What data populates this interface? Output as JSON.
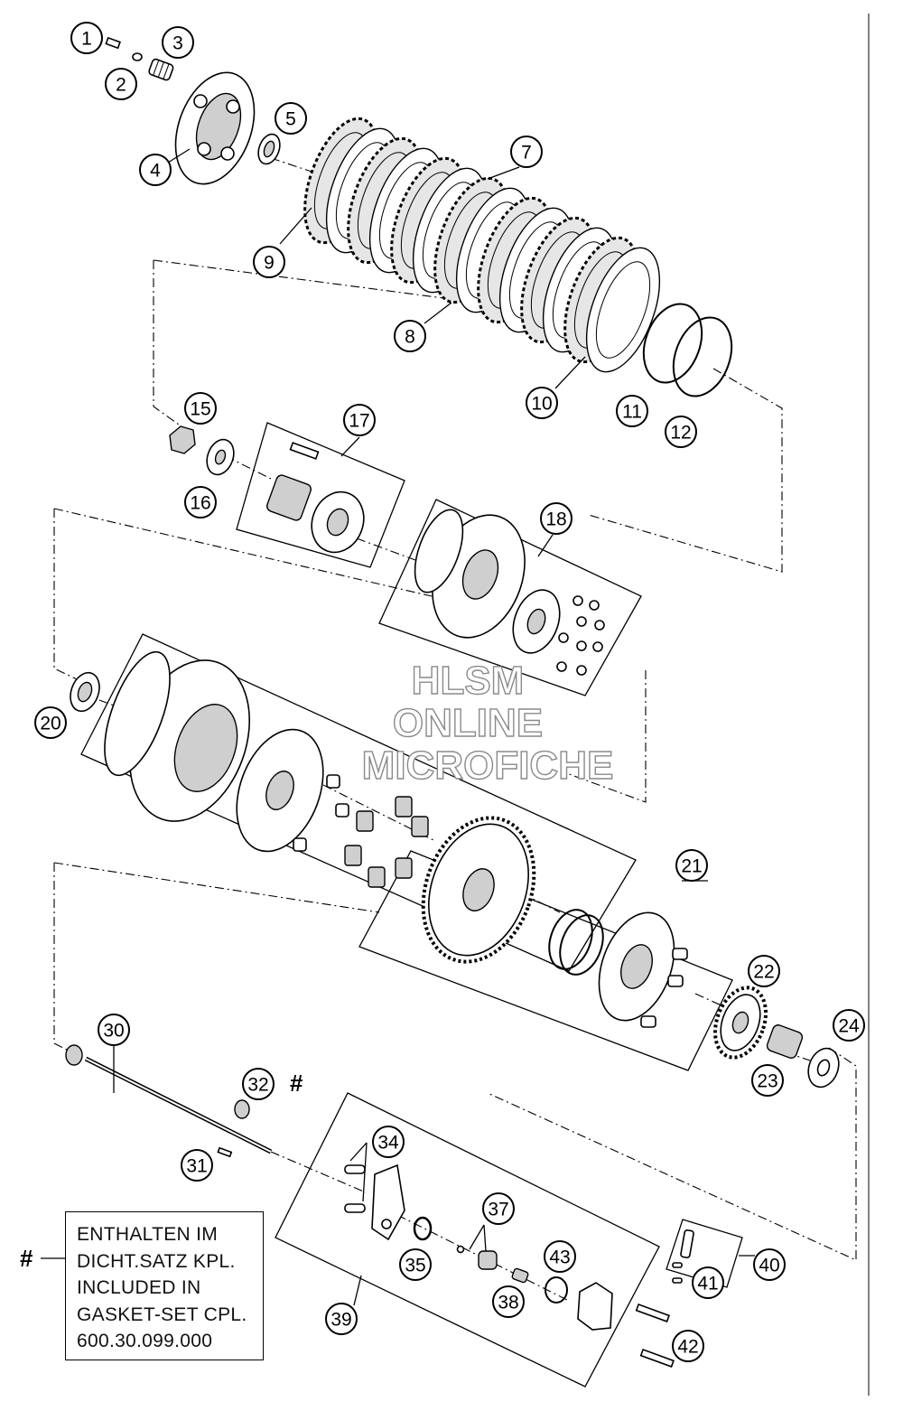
{
  "callouts": [
    {
      "n": "1"
    },
    {
      "n": "2"
    },
    {
      "n": "3"
    },
    {
      "n": "4"
    },
    {
      "n": "5"
    },
    {
      "n": "7"
    },
    {
      "n": "8"
    },
    {
      "n": "9"
    },
    {
      "n": "10"
    },
    {
      "n": "11"
    },
    {
      "n": "12"
    },
    {
      "n": "15"
    },
    {
      "n": "16"
    },
    {
      "n": "17"
    },
    {
      "n": "18"
    },
    {
      "n": "20"
    },
    {
      "n": "21"
    },
    {
      "n": "22"
    },
    {
      "n": "23"
    },
    {
      "n": "24"
    },
    {
      "n": "30"
    },
    {
      "n": "31"
    },
    {
      "n": "32"
    },
    {
      "n": "34"
    },
    {
      "n": "35"
    },
    {
      "n": "37"
    },
    {
      "n": "38"
    },
    {
      "n": "39"
    },
    {
      "n": "40"
    },
    {
      "n": "41"
    },
    {
      "n": "42"
    },
    {
      "n": "43"
    }
  ],
  "gasket_marker": "#",
  "note": {
    "marker": "#",
    "lines": [
      "ENTHALTEN IM",
      "DICHT.SATZ KPL.",
      "INCLUDED IN",
      "GASKET-SET CPL.",
      "600.30.099.000"
    ]
  },
  "watermark": {
    "line1": "HLSM",
    "line2": "ONLINE",
    "line3": "MICROFICHE"
  }
}
